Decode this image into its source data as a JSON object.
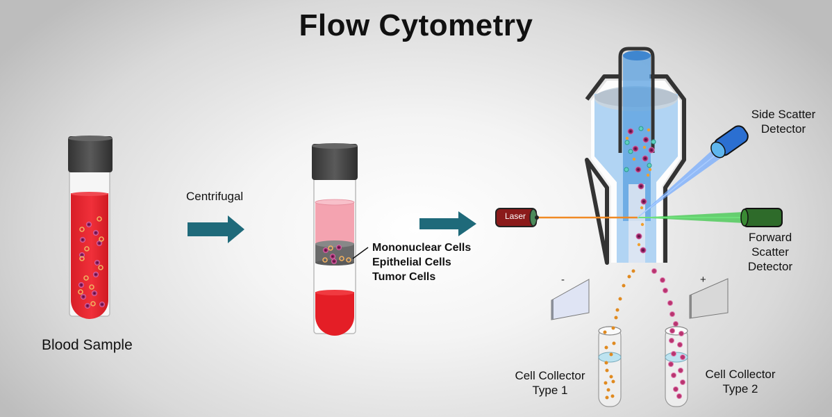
{
  "title": "Flow Cytometry",
  "steps": {
    "blood_sample": {
      "label": "Blood Sample"
    },
    "centrifugal": {
      "label": "Centrifugal"
    },
    "separated_layer": {
      "labels": [
        "Mononuclear Cells",
        "Epithelial Cells",
        "Tumor Cells"
      ]
    }
  },
  "cytometer": {
    "laser_label": "Laser",
    "side_scatter_label": [
      "Side Scatter",
      "Detector"
    ],
    "forward_scatter_label": [
      "Forward",
      "Scatter",
      "Detector"
    ],
    "negative_plate_label": "-",
    "positive_plate_label": "+",
    "collector_1_label": [
      "Cell Collector",
      "Type 1"
    ],
    "collector_2_label": [
      "Cell Collector",
      "Type 2"
    ]
  },
  "colors": {
    "blood_red": "#e8232b",
    "plasma_pink": "#f4a3b0",
    "arrow_teal": "#1f6a7a",
    "cap_gray": "#4a4a4a",
    "laser_red": "#8b1a1a",
    "laser_beam": "#f08a24",
    "forward_beam": "#3cc84a",
    "side_beam": "#6fa8ff",
    "fluid_blue": "#8cc0ee",
    "side_detector_blue": "#2b6fd1",
    "forward_detector_green": "#2e6b2a"
  }
}
